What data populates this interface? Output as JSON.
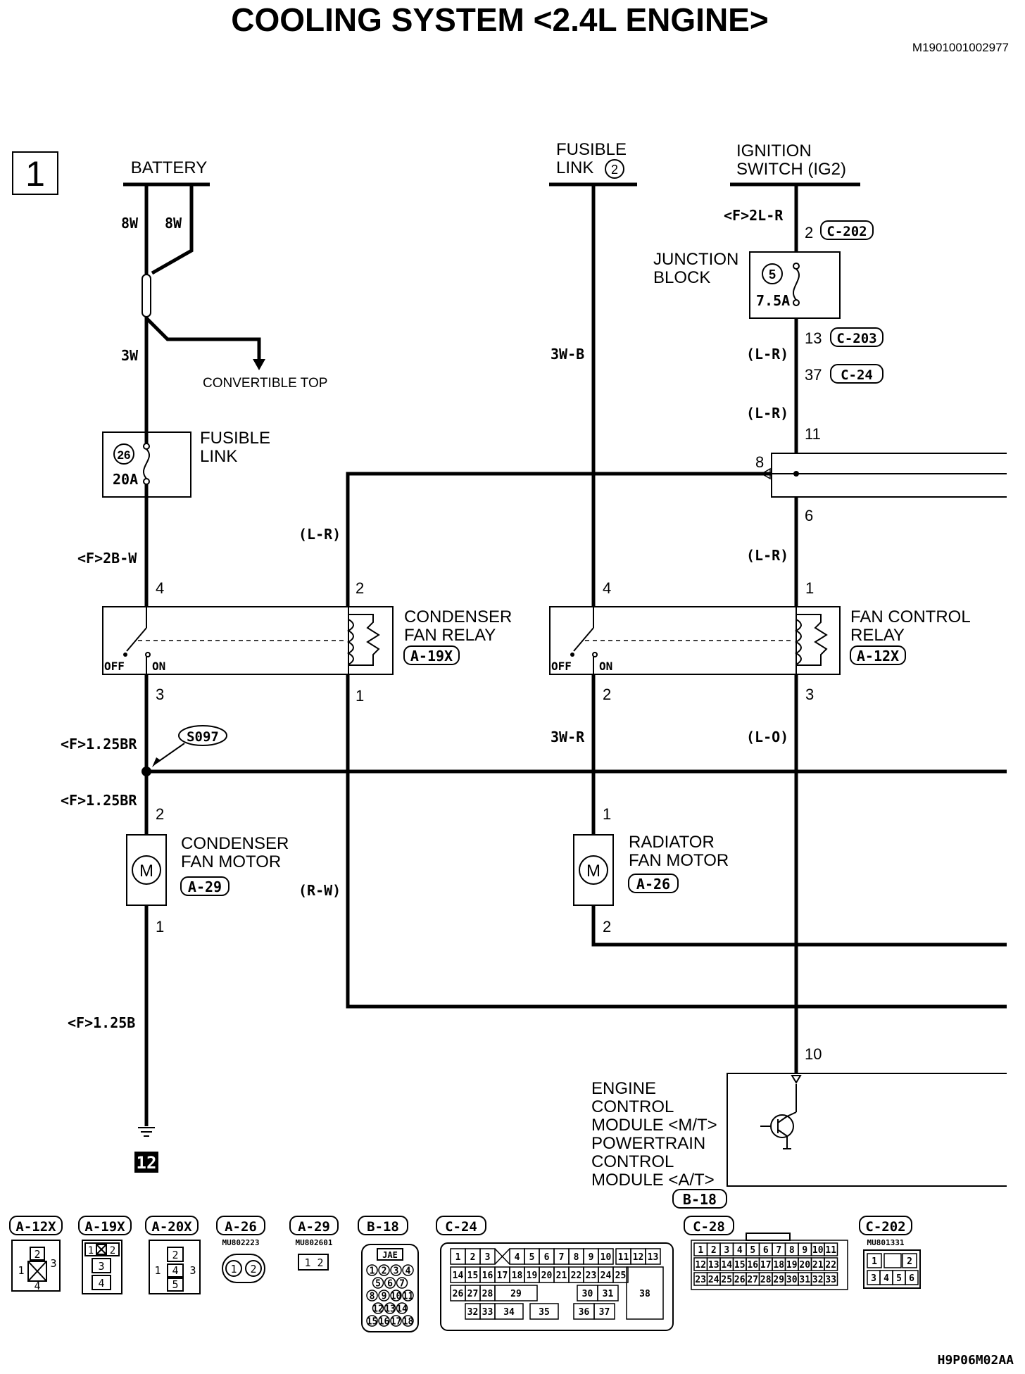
{
  "header": {
    "title": "COOLING SYSTEM <2.4L ENGINE>",
    "doc_id": "M1901001002977",
    "page_no": "1",
    "footer_code": "H9P06M02AA"
  },
  "sources": {
    "battery": "BATTERY",
    "fusible_link_2_l1": "FUSIBLE",
    "fusible_link_2_l2": "LINK",
    "fusible_link_2_num": "2",
    "ignition_l1": "IGNITION",
    "ignition_l2": "SWITCH (IG2)"
  },
  "components": {
    "junction_block_l1": "JUNCTION",
    "junction_block_l2": "BLOCK",
    "junction_fuse_num": "5",
    "junction_fuse_rating": "7.5A",
    "fusible_link_l1": "FUSIBLE",
    "fusible_link_l2": "LINK",
    "fusible_link_num": "26",
    "fusible_link_rating": "20A",
    "convertible_top": "CONVERTIBLE TOP",
    "condenser_relay_l1": "CONDENSER",
    "condenser_relay_l2": "FAN RELAY",
    "condenser_relay_conn": "A-19X",
    "fan_control_relay_l1": "FAN CONTROL",
    "fan_control_relay_l2": "RELAY",
    "fan_control_relay_conn": "A-12X",
    "relay_off": "OFF",
    "relay_on": "ON",
    "motor_symbol": "M",
    "condenser_motor_l1": "CONDENSER",
    "condenser_motor_l2": "FAN MOTOR",
    "condenser_motor_conn": "A-29",
    "radiator_motor_l1": "RADIATOR",
    "radiator_motor_l2": "FAN MOTOR",
    "radiator_motor_conn": "A-26",
    "splice": "S097",
    "ground_ref": "12",
    "ecm_l1": "ENGINE",
    "ecm_l2": "CONTROL",
    "ecm_l3": "MODULE <M/T>",
    "ecm_l4": "POWERTRAIN",
    "ecm_l5": "CONTROL",
    "ecm_l6": "MODULE <A/T>",
    "ecm_conn": "B-18"
  },
  "wires": {
    "bat_8w_a": "8W",
    "bat_8w_b": "8W",
    "bat_3w": "3W",
    "f2b_w": "<F>2B-W",
    "w_3w_b": "3W-B",
    "ign_2l_r": "<F>2L-R",
    "lr_1": "(L-R)",
    "lr_2": "(L-R)",
    "lr_3": "(L-R)",
    "lr_4": "(L-R)",
    "f125br_a": "<F>1.25BR",
    "f125br_b": "<F>1.25BR",
    "w_3w_r": "3W-R",
    "lo": "(L-O)",
    "rw": "(R-W)",
    "f125b": "<F>1.25B"
  },
  "pins": {
    "c202_pin": "2",
    "c202": "C-202",
    "c203_pin": "13",
    "c203": "C-203",
    "c24_pin": "37",
    "c24": "C-24",
    "p11": "11",
    "p8": "8",
    "p6": "6",
    "cr_4": "4",
    "cr_2": "2",
    "cr_3": "3",
    "cr_1": "1",
    "fc_4": "4",
    "fc_1": "1",
    "fc_2": "2",
    "fc_3": "3",
    "cm_2": "2",
    "cm_1": "1",
    "rm_1": "1",
    "rm_2": "2",
    "ecm_10": "10"
  },
  "connector_views": {
    "labels": [
      "A-12X",
      "A-19X",
      "A-20X",
      "A-26",
      "A-29",
      "B-18",
      "C-24",
      "C-28",
      "C-202"
    ],
    "a26_part": "MU802223",
    "a29_part": "MU802601",
    "c202_part": "MU801331",
    "b18_tag": "JAE",
    "a12x_pins": [
      "1",
      "2",
      "3",
      "4"
    ],
    "a19x_pins": [
      "1",
      "2",
      "3",
      "4"
    ],
    "a20x_pins": [
      "1",
      "2",
      "3",
      "4",
      "5"
    ],
    "a26_pins": [
      "1",
      "2"
    ],
    "a29_pins": [
      "1",
      "2"
    ],
    "b18_pins": [
      "1",
      "2",
      "3",
      "4",
      "5",
      "6",
      "7",
      "8",
      "9",
      "10",
      "11",
      "12",
      "13",
      "14",
      "15",
      "16",
      "17",
      "18"
    ],
    "c24_row1": [
      "1",
      "2",
      "3",
      "4",
      "5",
      "6",
      "7",
      "8",
      "9",
      "10",
      "11",
      "12",
      "13"
    ],
    "c24_row2": [
      "14",
      "15",
      "16",
      "17",
      "18",
      "19",
      "20",
      "21",
      "22",
      "23",
      "24",
      "25"
    ],
    "c24_row3": [
      "26",
      "27",
      "28",
      "29",
      "30",
      "31"
    ],
    "c24_row4": [
      "32",
      "33",
      "34",
      "35",
      "36",
      "37"
    ],
    "c24_big": "38",
    "c28_row1": [
      "1",
      "2",
      "3",
      "4",
      "5",
      "6",
      "7",
      "8",
      "9",
      "10",
      "11"
    ],
    "c28_row2": [
      "12",
      "13",
      "14",
      "15",
      "16",
      "17",
      "18",
      "19",
      "20",
      "21",
      "22"
    ],
    "c28_row3": [
      "23",
      "24",
      "25",
      "26",
      "27",
      "28",
      "29",
      "30",
      "31",
      "32",
      "33"
    ],
    "c202_pins": [
      "1",
      "2",
      "3",
      "4",
      "5",
      "6"
    ]
  }
}
